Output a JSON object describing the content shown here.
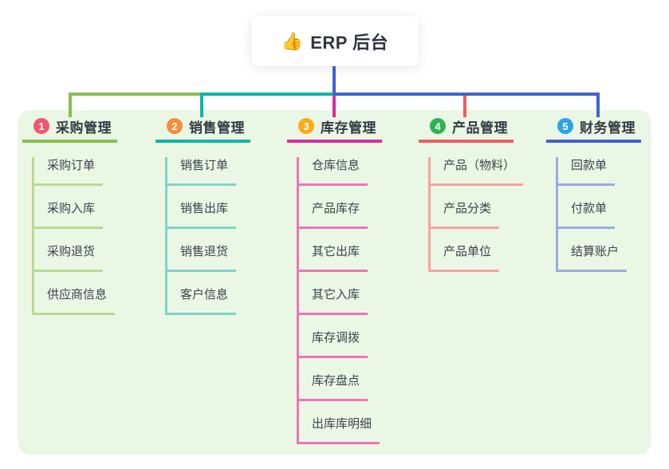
{
  "root": {
    "title": "ERP 后台",
    "icon": "thumbs-up-icon",
    "icon_glyph": "👍"
  },
  "canvas": {
    "panel_bg": "#ebf7e5",
    "root_line_color": "#3f63d0"
  },
  "branches": [
    {
      "index": "1",
      "title": "采购管理",
      "badge_color": "#f0566e",
      "line_color": "#85c04d",
      "child_line_color": "#b6db90",
      "children": [
        "采购订单",
        "采购入库",
        "采购退货",
        "供应商信息"
      ]
    },
    {
      "index": "2",
      "title": "销售管理",
      "badge_color": "#f78d3c",
      "line_color": "#11b5a6",
      "child_line_color": "#7fd2c8",
      "children": [
        "销售订单",
        "销售出库",
        "销售退货",
        "客户信息"
      ]
    },
    {
      "index": "3",
      "title": "库存管理",
      "badge_color": "#fbaa18",
      "line_color": "#d62f9d",
      "child_line_color": "#ee74b6",
      "children": [
        "仓库信息",
        "产品库存",
        "其它出库",
        "其它入库",
        "库存调拨",
        "库存盘点",
        "出库库明细"
      ]
    },
    {
      "index": "4",
      "title": "产品管理",
      "badge_color": "#2fb350",
      "line_color": "#f15c5c",
      "child_line_color": "#f7a29d",
      "children": [
        "产品（物料）",
        "产品分类",
        "产品单位"
      ]
    },
    {
      "index": "5",
      "title": "财务管理",
      "badge_color": "#2aa3e8",
      "line_color": "#3f63d0",
      "child_line_color": "#97ace0",
      "children": [
        "回款单",
        "付款单",
        "结算账户"
      ]
    }
  ]
}
